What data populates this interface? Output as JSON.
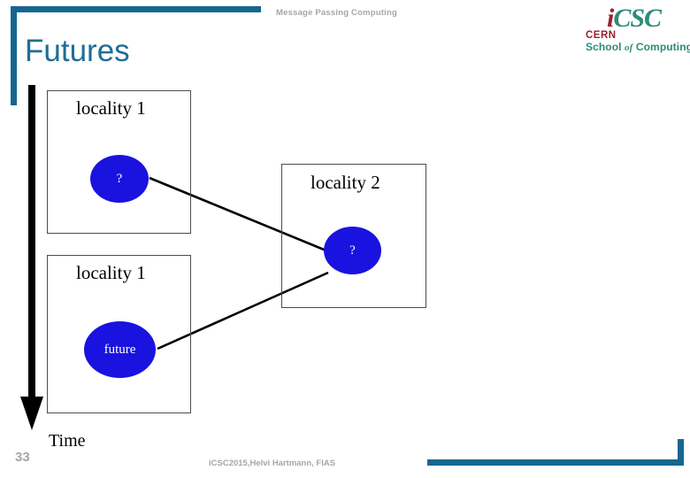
{
  "header": {
    "title": "Message Passing Computing"
  },
  "logo": {
    "mark_i": "i",
    "mark_csc": "CSC",
    "cern": "CERN",
    "school_pre": "School ",
    "school_of": "of",
    "school_post": " Computing",
    "accent_red": "#9c1f2e",
    "accent_teal": "#2e8b7a"
  },
  "slide": {
    "title": "Futures",
    "accent_color": "#15678f"
  },
  "diagram": {
    "boxes": [
      {
        "label": "locality 1"
      },
      {
        "label": "locality 2"
      },
      {
        "label": "locality 1"
      }
    ],
    "nodes": [
      {
        "label": "?",
        "color": "#1a13e0"
      },
      {
        "label": "?",
        "color": "#1a13e0"
      },
      {
        "label": "future",
        "color": "#1a13e0"
      }
    ],
    "axis_label": "Time",
    "connections": [
      {
        "from": "node-q1",
        "to": "node-q2"
      },
      {
        "from": "node-future",
        "to": "node-q2"
      }
    ]
  },
  "footer": {
    "page_number": "33",
    "credit": "iCSC2015,Helvi Hartmann, FIAS"
  }
}
